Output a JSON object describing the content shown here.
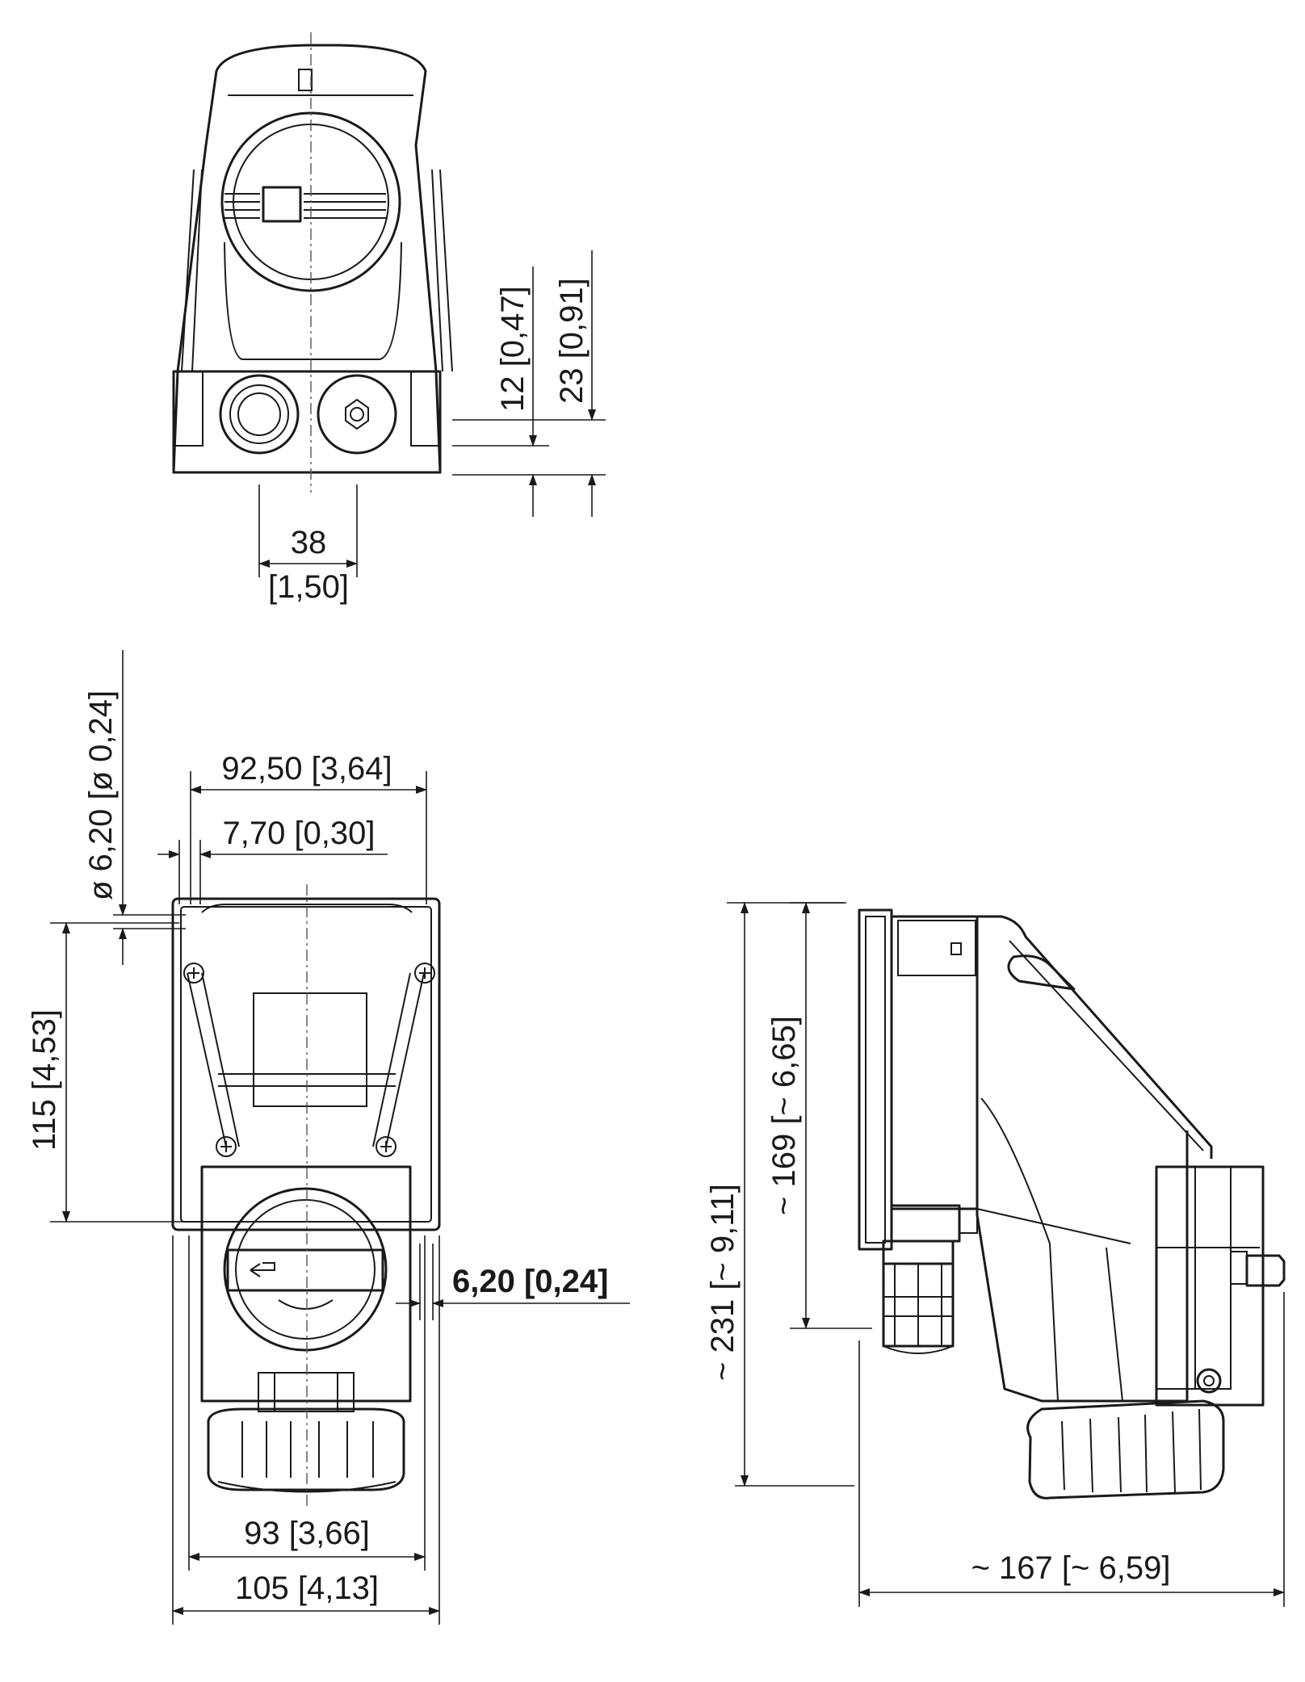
{
  "dimensions": {
    "top_spacing": "38",
    "top_spacing_in": "[1,50]",
    "top_h_small": "12 [0,47]",
    "top_h_large": "23 [0,91]",
    "front_outer_width": "92,50 [3,64]",
    "front_hole_offset": "7,70 [0,30]",
    "front_hole_dia": "ø 6,20 [ø 0,24]",
    "front_hole_height": "115 [4,53]",
    "front_side_gap": "6,20 [0,24]",
    "front_inner_width": "93 [3,66]",
    "front_total_width": "105 [4,13]",
    "side_total_height": "~ 231 [~ 9,11]",
    "side_body_height": "~ 169 [~ 6,65]",
    "side_depth": "~ 167 [~ 6,59]"
  }
}
